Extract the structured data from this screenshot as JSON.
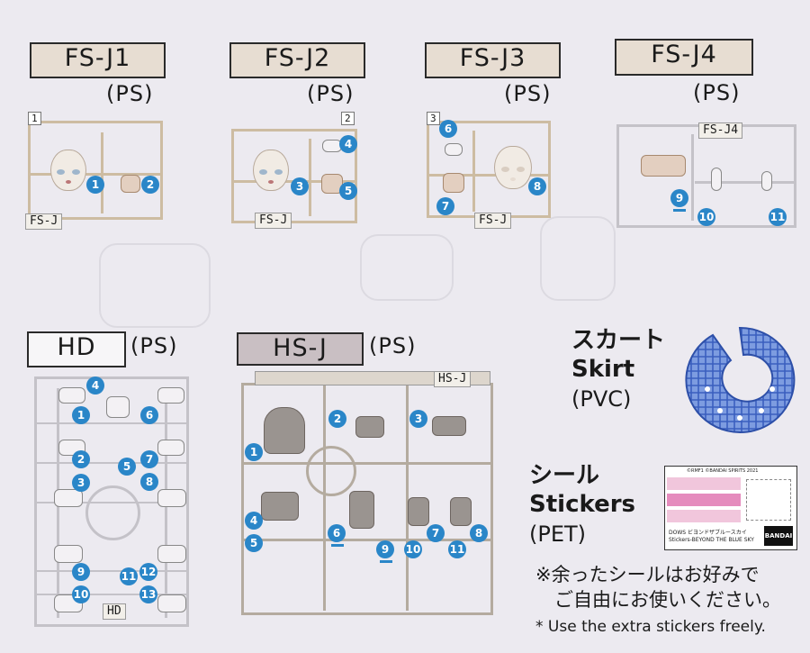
{
  "sets": [
    {
      "code": "FS-J1",
      "material": "(PS)",
      "sheet_number": "1",
      "sprue_tag": "FS-J",
      "parts": [
        "1",
        "2"
      ]
    },
    {
      "code": "FS-J2",
      "material": "(PS)",
      "sheet_number": "2",
      "sprue_tag": "FS-J",
      "parts": [
        "3",
        "4",
        "5"
      ]
    },
    {
      "code": "FS-J3",
      "material": "(PS)",
      "sheet_number": "3",
      "sprue_tag": "FS-J",
      "parts": [
        "6",
        "7",
        "8"
      ]
    },
    {
      "code": "FS-J4",
      "material": "(PS)",
      "sprue_tag": "FS-J4",
      "parts": [
        "9",
        "10",
        "11"
      ]
    }
  ],
  "hd": {
    "code": "HD",
    "material": "(PS)",
    "sprue_tag": "HD",
    "parts": [
      "4",
      "1",
      "6",
      "2",
      "5",
      "7",
      "3",
      "8",
      "9",
      "11",
      "12",
      "10",
      "13"
    ]
  },
  "hsj": {
    "code": "HS-J",
    "material": "(PS)",
    "sprue_tag": "HS-J",
    "parts": [
      "2",
      "3",
      "1",
      "4",
      "5",
      "6",
      "9",
      "10",
      "7",
      "11",
      "8"
    ]
  },
  "skirt": {
    "jp": "スカート",
    "en": "Skirt",
    "material": "(PVC)"
  },
  "stickers": {
    "jp": "シール",
    "en": "Stickers",
    "material": "(PET)",
    "sheet_header": "©RMF1 ©BANDAI SPIRITS 2021",
    "sheet_title_jp": "DOWS ビヨンドザブルースカイ",
    "sheet_title_en": "Stickers-BEYOND THE BLUE SKY",
    "brand": "BANDAI"
  },
  "note": {
    "jp_line1": "※余ったシールはお好みで",
    "jp_line2": "ご自由にお使いください。",
    "en": "* Use the extra stickers freely."
  },
  "colors": {
    "badge": "#2a86c8",
    "label_fill": "#e7ddd2",
    "sprue_tan": "#cdbca2",
    "sprue_gray": "#b4ab9f",
    "skirt_blue": "#5a7fd0"
  }
}
